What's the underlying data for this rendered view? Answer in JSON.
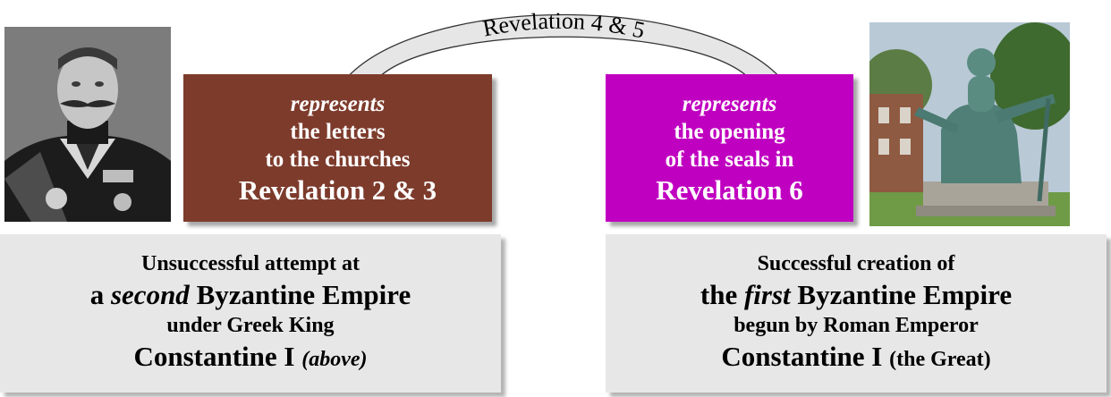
{
  "arch_label": "Revelation 4 & 5",
  "colors": {
    "left_box": "#7d3b2c",
    "right_box": "#c000c0",
    "panel_bg": "#e7e7e7",
    "arch_fill": "#e6e6e6"
  },
  "left_box": {
    "line1": "represents",
    "line2": "the letters",
    "line3": "to the churches",
    "line4": "Revelation 2 & 3"
  },
  "right_box": {
    "line1": "represents",
    "line2": "the opening",
    "line3": "of the seals in",
    "line4": "Revelation 6"
  },
  "left_panel": {
    "line1": "Unsuccessful attempt at",
    "line2_pre": "a ",
    "line2_em": "second",
    "line2_post": " Byzantine Empire",
    "line3": "under Greek King",
    "line4_main": "Constantine I ",
    "line4_em": "(above)"
  },
  "right_panel": {
    "line1": "Successful creation of",
    "line2_pre": "the ",
    "line2_em": "first",
    "line2_post": " Byzantine Empire",
    "line3": "begun by Roman Emperor",
    "line4_main": "Constantine I ",
    "line4_small": "(the Great)"
  },
  "images": {
    "left_photo": "portrait-photo-greek-king-constantine-i",
    "right_photo": "statue-photo-constantine-the-great-york"
  }
}
